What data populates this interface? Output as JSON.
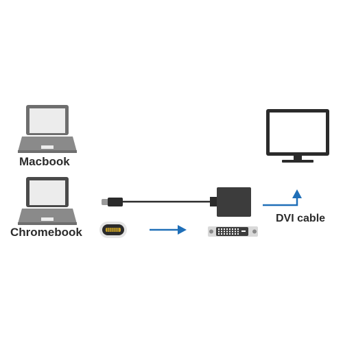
{
  "devices": {
    "macbook_label": "Macbook",
    "chromebook_label": "Chromebook"
  },
  "output": {
    "dvi_cable_label": "DVI cable"
  },
  "icons": {
    "laptop": "laptop-icon",
    "monitor": "monitor-icon",
    "usb_c_plug": "usb-c-plug-icon",
    "usb_c_port": "usb-c-port-icon",
    "adapter": "dvi-adapter-icon",
    "dvi_port": "dvi-port-icon",
    "arrow": "arrow-icon"
  },
  "colors": {
    "device_gray": "#8a8a8a",
    "device_dark": "#4a4a4a",
    "screen": "#ececec",
    "arrow_blue": "#1f6fb8",
    "plug_gold": "#c9a227",
    "text": "#2b2b2b"
  }
}
